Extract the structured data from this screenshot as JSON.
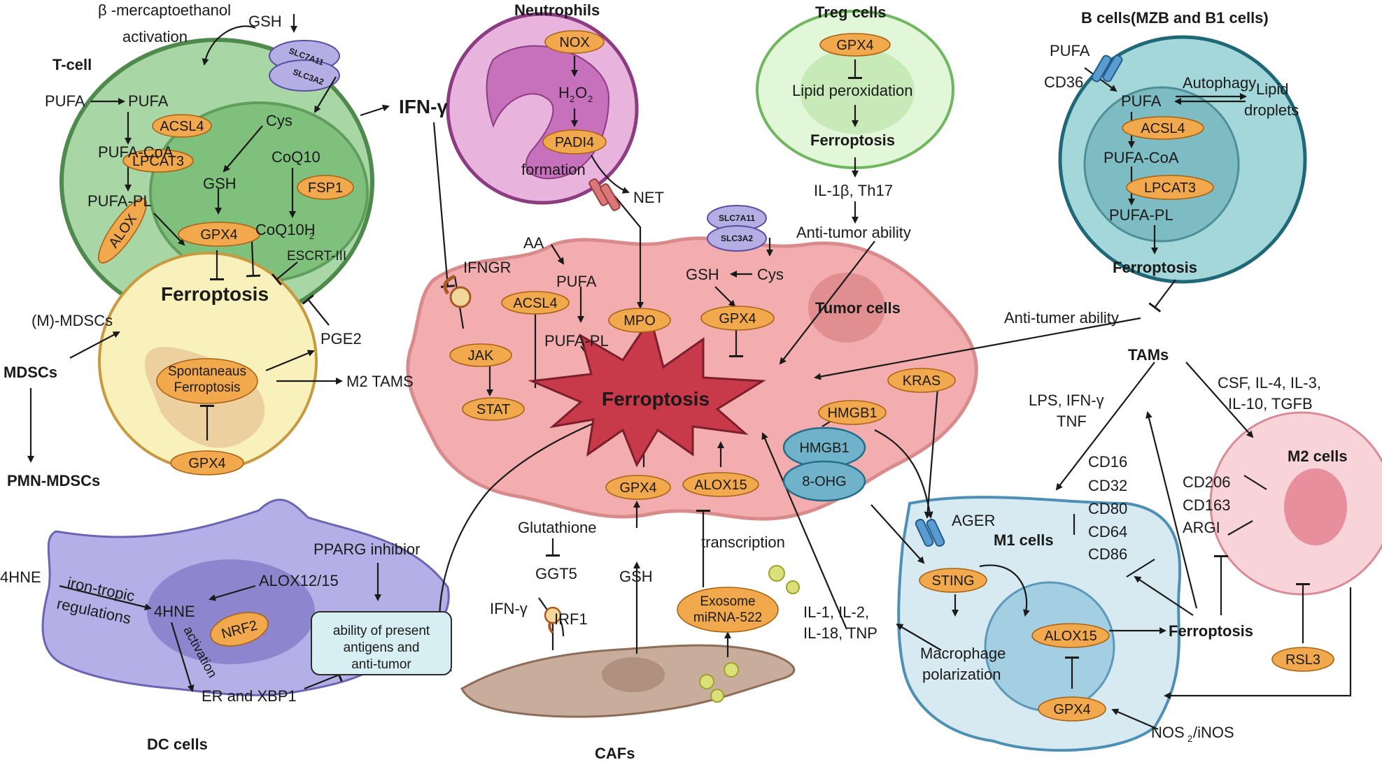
{
  "title": "",
  "labels": {
    "tcell": "T-cell",
    "bmerc": "β -mercaptoethanol",
    "activation_t": "activation",
    "gsh_t": "GSH",
    "slc7a11": "SLC7A11",
    "slc3a2": "SLC3A2",
    "pufa_out": "PUFA",
    "pufa_in": "PUFA",
    "acsl4": "ACSL4",
    "pufa_coa": "PUFA-CoA",
    "lpcat3": "LPCAT3",
    "pufa_pl": "PUFA-PL",
    "alox": "ALOX",
    "cys": "Cys",
    "gsh_in": "GSH",
    "coq10": "CoQ10",
    "fsp1": "FSP1",
    "gpx4": "GPX4",
    "coq10h2": "CoQ10H",
    "sub2": "2",
    "escrt": "ESCRT-III",
    "ferroptosis": "Ferroptosis",
    "ifng": "IFN-γ",
    "neutrophils": "Neutrophils",
    "nox": "NOX",
    "h2o2_h": "H",
    "h2o2_o": "O",
    "padi4": "PADI4",
    "formation": "formation",
    "net": "NET",
    "treg": "Treg cells",
    "lipid_perox": "Lipid peroxidation",
    "il1b_th17": "IL-1β, Th17",
    "antitumor": "Anti-tumor ability",
    "bcells": "B cells(MZB and B1 cells)",
    "cd36": "CD36",
    "autophagy": "Autophagy",
    "lipid": "Lipid",
    "droplets": "droplets",
    "antitumer": "Anti-tumer ability",
    "mmdsc": "(M)-MDSCs",
    "mdscs": "MDSCs",
    "pmn": "PMN-MDSCs",
    "pge2": "PGE2",
    "m2tams": "M2 TAMS",
    "spontaneous1": "Spontaneaus",
    "spontaneous2": "Ferroptosis",
    "ifngr": "IFNGR",
    "aa": "AA",
    "jak": "JAK",
    "stat": "STAT",
    "mpo": "MPO",
    "tumor": "Tumor cells",
    "kras": "KRAS",
    "hmgb1": "HMGB1",
    "ohg": "8-OHG",
    "alox15": "ALOX15",
    "tams": "TAMs",
    "lps": "LPS, IFN-γ",
    "tnf": "TNF",
    "csf": "CSF, IL-4, IL-3,",
    "il10": "IL-10, TGFB",
    "m2cells": "M2 cells",
    "cd16": "CD16",
    "cd32": "CD32",
    "cd80": "CD80",
    "cd64": "CD64",
    "cd86": "CD86",
    "cd206": "CD206",
    "cd163": "CD163",
    "argi": "ARGI",
    "ager": "AGER",
    "m1cells": "M1 cells",
    "sting": "STING",
    "macro1": "Macrophage",
    "macro2": "polarization",
    "rsl3": "RSL3",
    "nos": "NOS",
    "nos_rest": "/iNOS",
    "il1": "IL-1, IL-2,",
    "il18": "IL-18, TNP",
    "glutathione": "Glutathione",
    "ggt5": "GGT5",
    "irf1": "IRF1",
    "transcription": "transcription",
    "exosome1": "Exosome",
    "exosome2": "miRNA-522",
    "cafs": "CAFs",
    "pparg": "PPARG inhibior",
    "hne": "4HNE",
    "iron1": "iron-tropic",
    "iron2": "regulations",
    "alox1215": "ALOX12/15",
    "nrf2": "NRF2",
    "activation_dc": "activation",
    "ability1": "ability of present",
    "ability2": "antigens and",
    "ability3": "anti-tumor",
    "er": "ER and XBP1",
    "dccells": "DC cells"
  }
}
